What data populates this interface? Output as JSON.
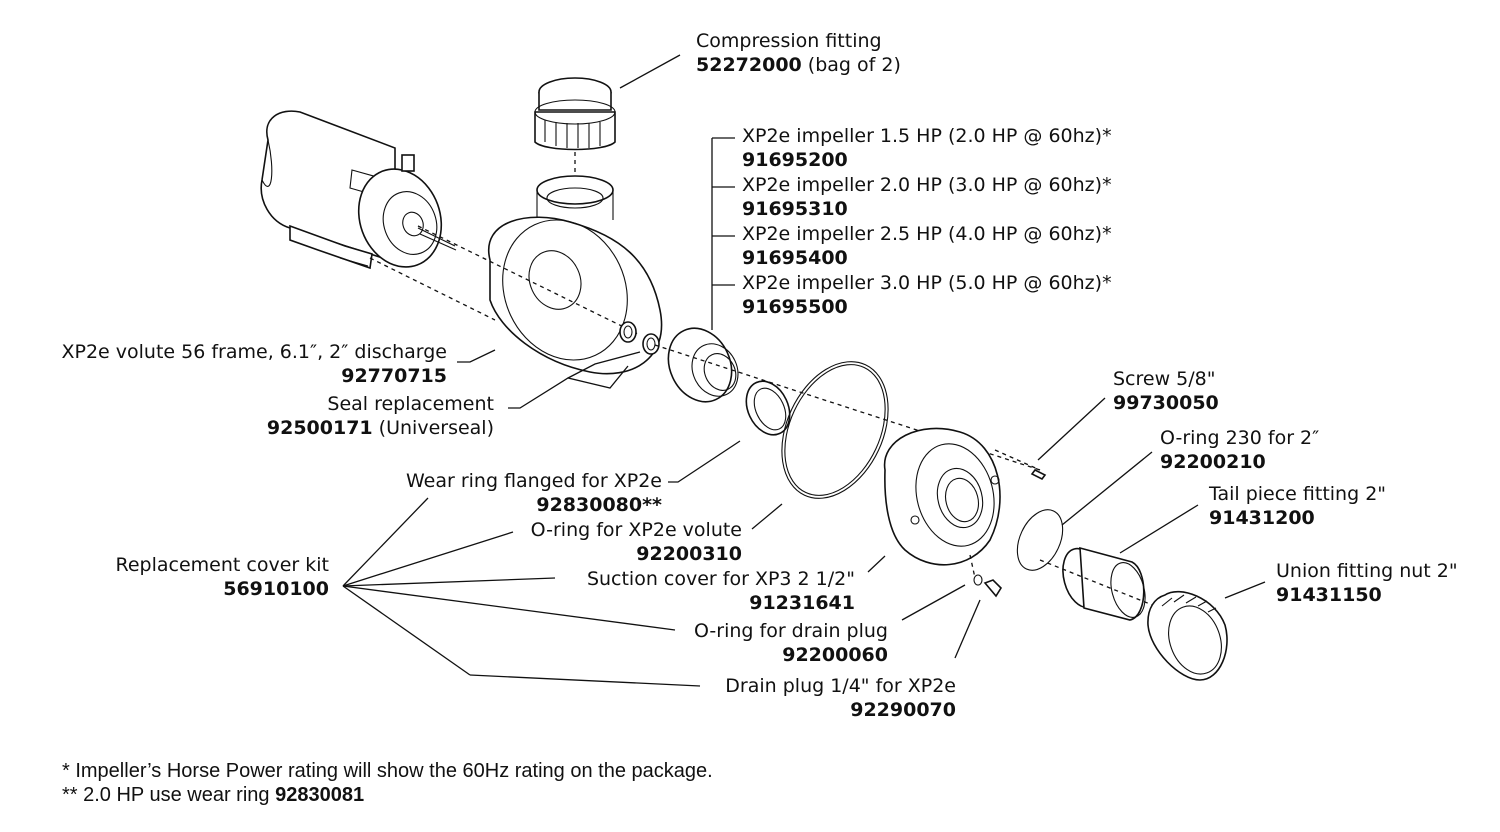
{
  "diagram": {
    "type": "exploded-parts-view",
    "subject": "XP2e spa pump"
  },
  "parts": [
    {
      "id": "compression-fitting",
      "description": "Compression fitting",
      "part_number": "52272000",
      "suffix": " (bag of 2)"
    },
    {
      "id": "impeller-1-5hp",
      "description": "XP2e impeller 1.5 HP (2.0 HP @ 60hz)*",
      "part_number": "91695200",
      "suffix": ""
    },
    {
      "id": "impeller-2-0hp",
      "description": "XP2e impeller 2.0 HP (3.0 HP @ 60hz)*",
      "part_number": "91695310",
      "suffix": ""
    },
    {
      "id": "impeller-2-5hp",
      "description": "XP2e impeller 2.5 HP (4.0 HP @ 60hz)*",
      "part_number": "91695400",
      "suffix": ""
    },
    {
      "id": "impeller-3-0hp",
      "description": "XP2e impeller 3.0 HP (5.0 HP @ 60hz)*",
      "part_number": "91695500",
      "suffix": ""
    },
    {
      "id": "volute",
      "description": "XP2e volute 56 frame, 6.1″, 2″ discharge",
      "part_number": "92770715",
      "suffix": ""
    },
    {
      "id": "seal",
      "description": "Seal replacement",
      "part_number": "92500171",
      "suffix": " (Universeal)"
    },
    {
      "id": "screw",
      "description": "Screw 5/8\"",
      "part_number": "99730050",
      "suffix": ""
    },
    {
      "id": "oring-230",
      "description": "O-ring 230 for 2″",
      "part_number": "92200210",
      "suffix": ""
    },
    {
      "id": "tail-piece",
      "description": "Tail piece fitting 2\"",
      "part_number": "91431200",
      "suffix": ""
    },
    {
      "id": "union-nut",
      "description": "Union fitting nut 2\"",
      "part_number": "91431150",
      "suffix": ""
    },
    {
      "id": "wear-ring",
      "description": "Wear ring flanged for XP2e",
      "part_number": "92830080",
      "suffix": "**"
    },
    {
      "id": "oring-volute",
      "description": "O-ring for XP2e volute",
      "part_number": "92200310",
      "suffix": ""
    },
    {
      "id": "cover-kit",
      "description": "Replacement cover kit",
      "part_number": "56910100",
      "suffix": ""
    },
    {
      "id": "suction-cover",
      "description": "Suction cover for XP3 2 1/2\"",
      "part_number": "91231641",
      "suffix": ""
    },
    {
      "id": "oring-drain",
      "description": "O-ring for drain plug",
      "part_number": "92200060",
      "suffix": ""
    },
    {
      "id": "drain-plug",
      "description": "Drain plug 1/4\" for XP2e",
      "part_number": "92290070",
      "suffix": ""
    }
  ],
  "footnotes": {
    "note1": "* Impeller’s Horse Power rating will show the 60Hz rating on the package.",
    "note2_prefix": "** 2.0 HP use wear ring ",
    "note2_part": "92830081"
  }
}
